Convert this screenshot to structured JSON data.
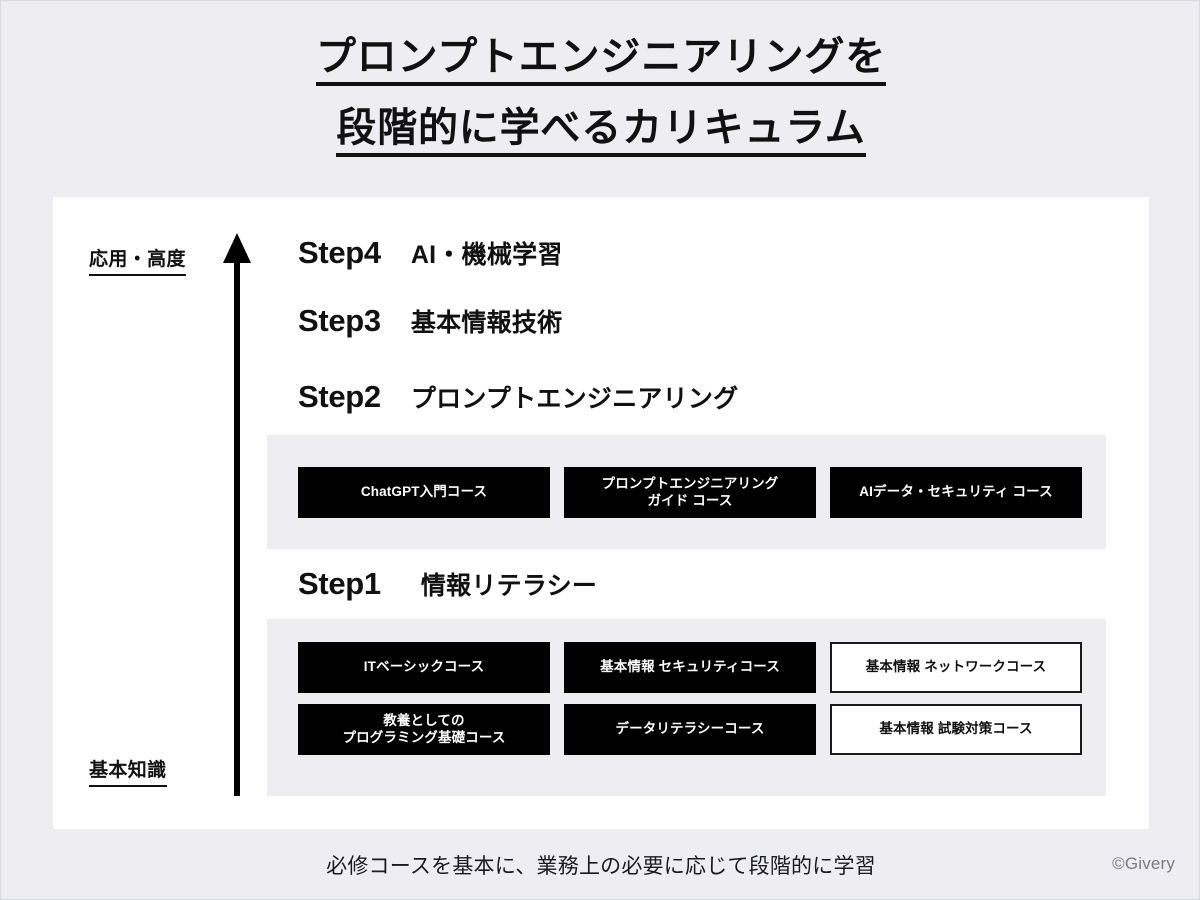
{
  "title": {
    "line1": "プロンプトエンジニアリングを",
    "line2": "段階的に学べるカリキュラム"
  },
  "axis": {
    "top_label": "応用・高度",
    "bottom_label": "基本知識",
    "arrow_icon": "up-arrow-icon"
  },
  "steps": [
    {
      "id": "step4",
      "number": "Step4",
      "name": "AI・機械学習"
    },
    {
      "id": "step3",
      "number": "Step3",
      "name": "基本情報技術"
    },
    {
      "id": "step2",
      "number": "Step2",
      "name": "プロンプトエンジニアリング"
    },
    {
      "id": "step1",
      "number": "Step1",
      "name": "情報リテラシー"
    }
  ],
  "step2_courses": [
    {
      "label": "ChatGPT入門コース",
      "style": "filled"
    },
    {
      "label": "プロンプトエンジニアリング\nガイド コース",
      "style": "filled"
    },
    {
      "label": "AIデータ・セキュリティ コース",
      "style": "filled"
    }
  ],
  "step1_courses_row1": [
    {
      "label": "ITベーシックコース",
      "style": "filled"
    },
    {
      "label": "基本情報 セキュリティコース",
      "style": "filled"
    },
    {
      "label": "基本情報 ネットワークコース",
      "style": "outline"
    }
  ],
  "step1_courses_row2": [
    {
      "label": "教養としての\nプログラミング基礎コース",
      "style": "filled"
    },
    {
      "label": "データリテラシーコース",
      "style": "filled"
    },
    {
      "label": "基本情報 試験対策コース",
      "style": "outline"
    }
  ],
  "footer": {
    "note": "必修コースを基本に、業務上の必要に応じて段階的に学習",
    "copyright": "©Givery"
  },
  "colors": {
    "page_background": "#ededf2",
    "panel_background": "#ffffff",
    "band_background": "#ededf2",
    "filled_box": "#000000",
    "text": "#111111",
    "copyright_text": "#7b7b86"
  }
}
